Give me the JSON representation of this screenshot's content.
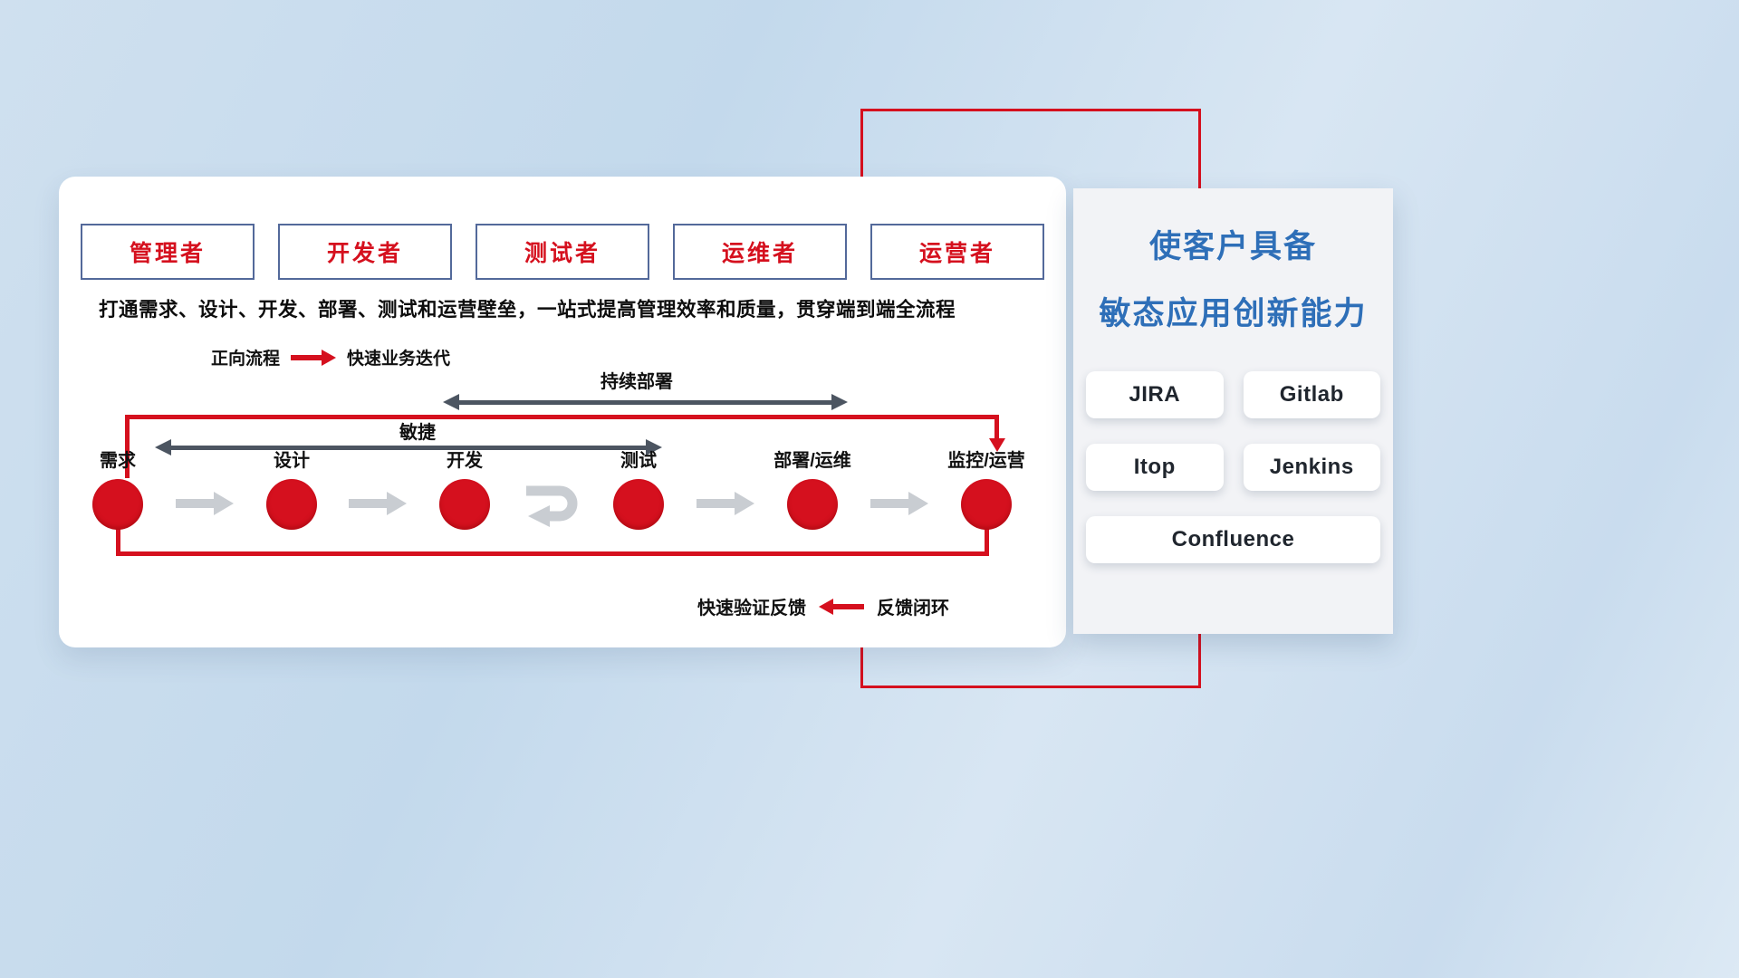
{
  "roles": [
    {
      "label": "管理者"
    },
    {
      "label": "开发者"
    },
    {
      "label": "测试者"
    },
    {
      "label": "运维者"
    },
    {
      "label": "运营者"
    }
  ],
  "subtitle": "打通需求、设计、开发、部署、测试和运营壁垒，一站式提高管理效率和质量，贯穿端到端全流程",
  "legend_forward": {
    "label": "正向流程",
    "desc": "快速业务迭代"
  },
  "flow": {
    "cd_label": "持续部署",
    "agile_label": "敏捷",
    "nodes": [
      "需求",
      "设计",
      "开发",
      "测试",
      "部署/运维",
      "监控/运营"
    ]
  },
  "legend_feedback": {
    "desc": "快速验证反馈",
    "label": "反馈闭环"
  },
  "right_panel": {
    "title_line1": "使客户具备",
    "title_line2": "敏态应用创新能力",
    "tools": [
      "JIRA",
      "Gitlab",
      "Itop",
      "Jenkins",
      "Confluence"
    ]
  },
  "colors": {
    "accent_red": "#d5101e",
    "title_blue": "#2e6fb8",
    "dark_arrow": "#4c5561",
    "light_arrow": "#c9cdd2"
  }
}
